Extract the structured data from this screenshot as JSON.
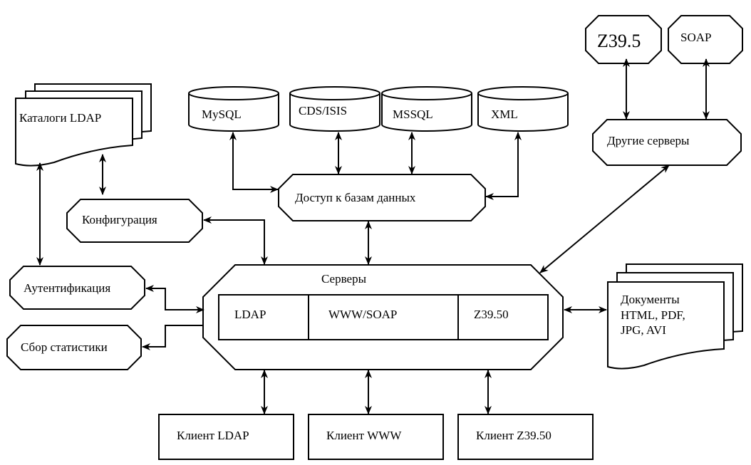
{
  "databases": {
    "mysql": "MySQL",
    "cds_isis": "CDS/ISIS",
    "mssql": "MSSQL",
    "xml": "XML"
  },
  "protocols": {
    "z3950": "Z39.5",
    "soap": "SOAP"
  },
  "ldap_catalogs": "Каталоги LDAP",
  "configuration": "Конфигурация",
  "db_access": "Доступ к базам данных",
  "other_servers": "Другие серверы",
  "authentication": "Аутентификация",
  "statistics": "Сбор статистики",
  "servers": {
    "title": "Серверы",
    "ldap": "LDAP",
    "www_soap": "WWW/SOAP",
    "z3950": "Z39.50"
  },
  "documents": {
    "line1": "Документы",
    "line2": "HTML, PDF,",
    "line3": "JPG, AVI"
  },
  "clients": {
    "ldap": "Клиент LDAP",
    "www": "Клиент WWW",
    "z3950": "Клиент Z39.50"
  }
}
